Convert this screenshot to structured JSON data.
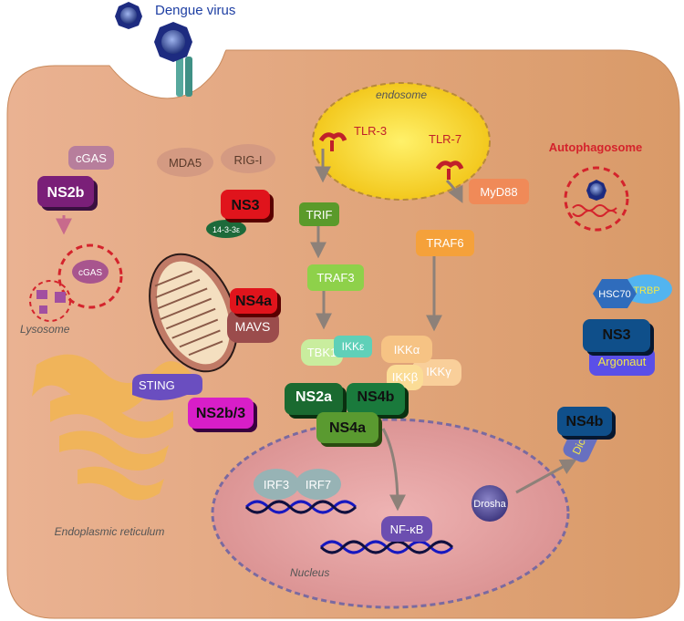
{
  "virus": {
    "label": "Dengue virus"
  },
  "compartments": {
    "endosome": "endosome",
    "autophagosome": "Autophagosome",
    "lysosome": "Lysosome",
    "er": "Endoplasmic reticulum",
    "nucleus": "Nucleus"
  },
  "receptors": {
    "tlr3": "TLR-3",
    "tlr7": "TLR-7"
  },
  "host": {
    "cgas_top": "cGAS",
    "cgas_lys": "cGAS",
    "mda5": "MDA5",
    "rigi": "RIG-I",
    "protein_1433": "14-3-3ε",
    "mavs": "MAVS",
    "sting": "STING",
    "trif": "TRIF",
    "traf3": "TRAF3",
    "tbk1": "TBK1",
    "ikke": "IKKε",
    "myd88": "MyD88",
    "traf6": "TRAF6",
    "ikka": "IKKα",
    "ikkb": "IKKβ",
    "ikkg": "IKKγ",
    "hsc70": "HSC70",
    "trbp": "TRBP",
    "argonaut": "Argonaut",
    "irf3": "IRF3",
    "irf7": "IRF7",
    "nfkb": "NF-κB",
    "drosha": "Drosha",
    "dicer": "Dicer"
  },
  "viral": {
    "ns2b": "NS2b",
    "ns3_top": "NS3",
    "ns4a_mito": "NS4a",
    "ns2b3": "NS2b/3",
    "ns2a": "NS2a",
    "ns4b_center": "NS4b",
    "ns4a_center": "NS4a",
    "ns3_right": "NS3",
    "ns4b_right": "NS4b"
  },
  "colors": {
    "cell": "#e0a57c",
    "cell_edge": "#c98a5c",
    "endosome": "#f7d21b",
    "nucleus": "#e3a0a0",
    "er": "#f0b45a",
    "viral_red": "#e0141c",
    "viral_dark_green": "#1a7a3c",
    "viral_blue": "#0f4f8a",
    "viral_magenta": "#d81ec8",
    "viral_purple": "#7a1f78"
  }
}
